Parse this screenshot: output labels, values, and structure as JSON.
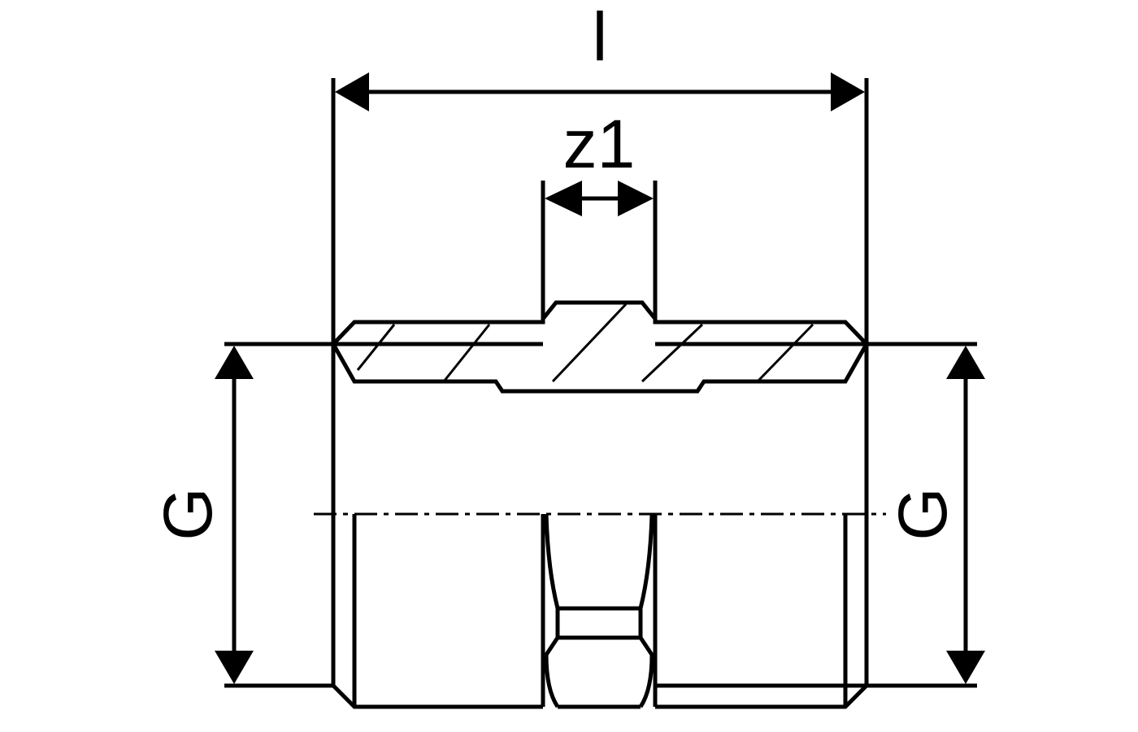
{
  "drawing": {
    "labels": {
      "overall_length": "l",
      "insertion_length": "z1",
      "thread_left": "G",
      "thread_right": "G"
    },
    "colors": {
      "line": "#000000",
      "background": "#ffffff"
    }
  }
}
